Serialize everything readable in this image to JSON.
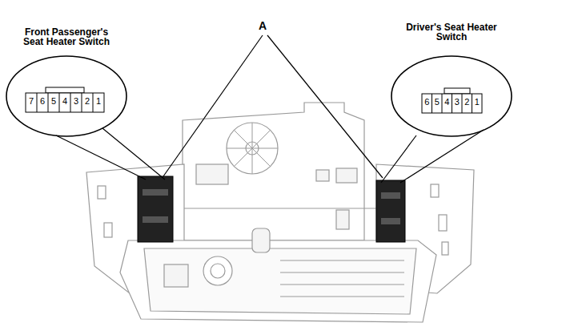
{
  "diagram": {
    "nodes": [
      {
        "text": [
          "Front Passenger's Seat Heater Switch"
        ]
      },
      {
        "text": [
          "Driver's Seat Heater Switch"
        ]
      }
    ],
    "labels": [
      "A",
      "7",
      "6",
      "5",
      "4",
      "3",
      "2",
      "1",
      "6",
      "5",
      "4",
      "3",
      "2",
      "1"
    ]
  }
}
